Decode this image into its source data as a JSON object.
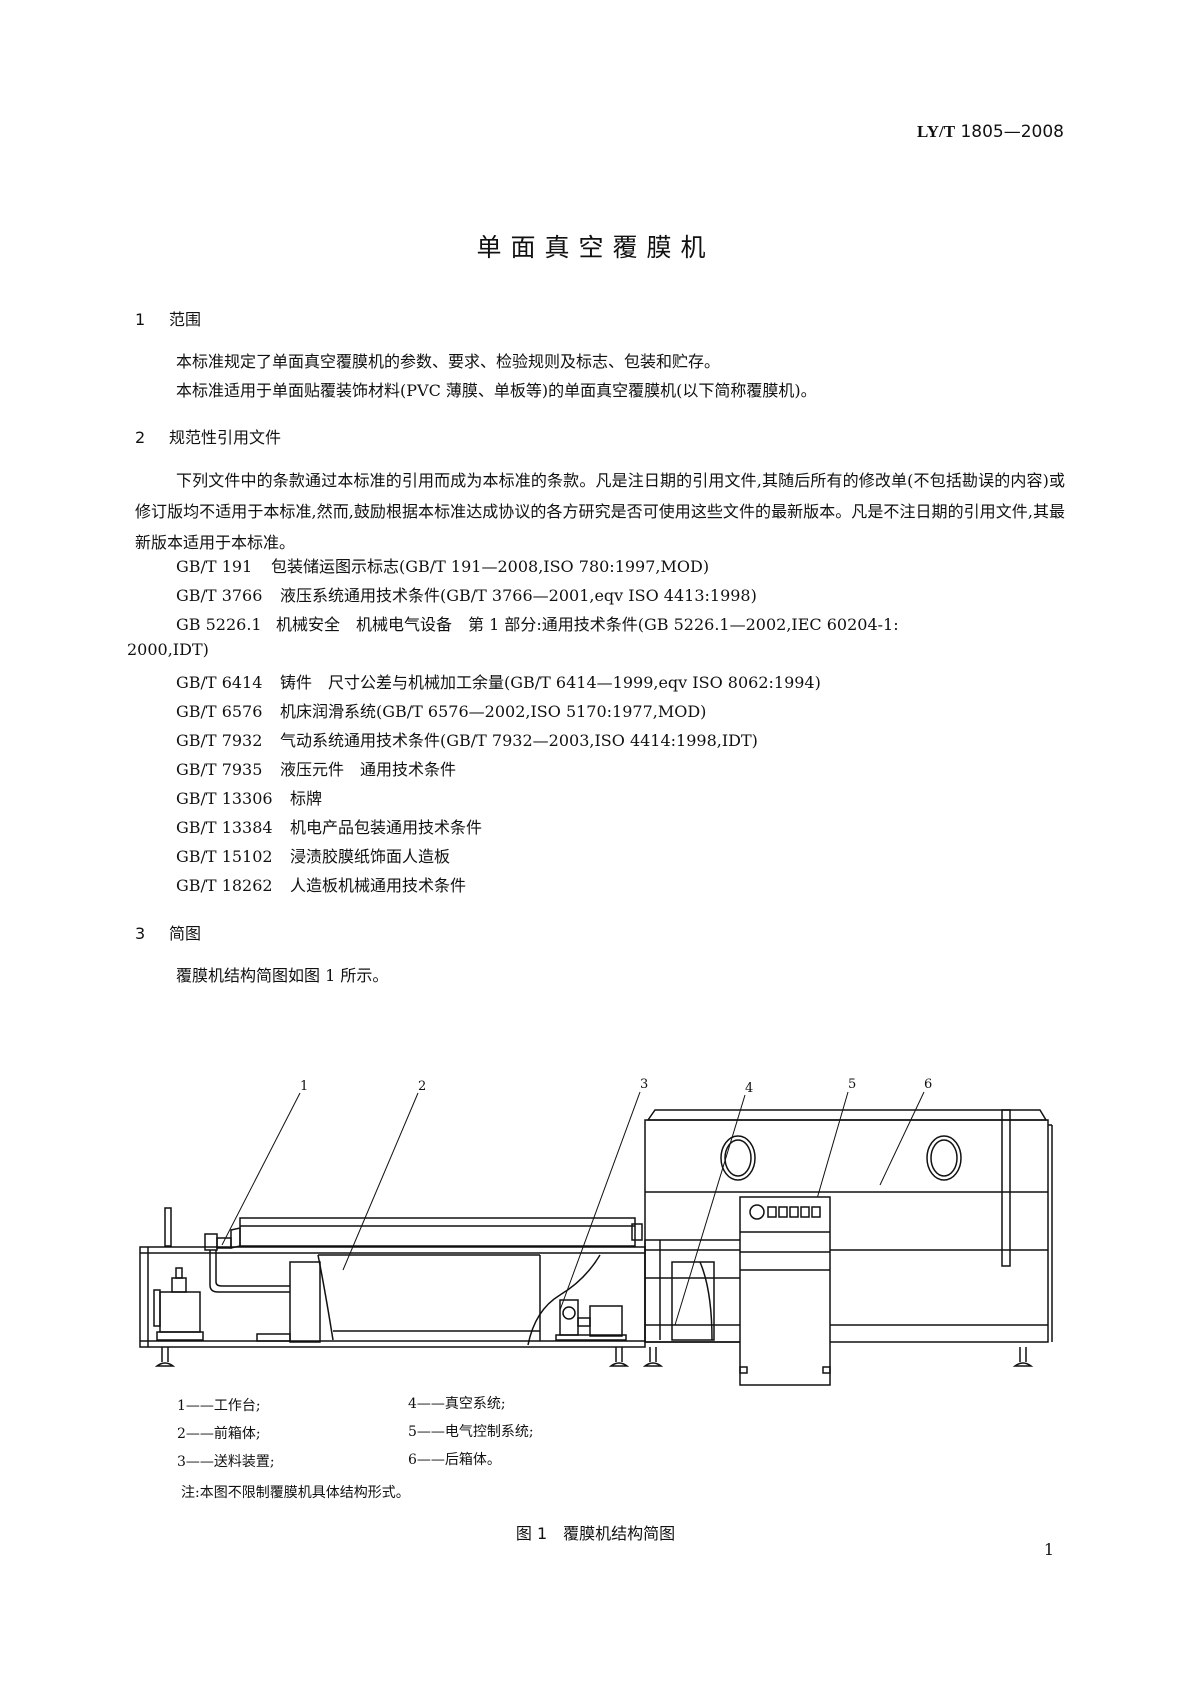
{
  "header": {
    "standard_prefix": "LY/T",
    "standard_number": "1805—2008"
  },
  "title": "单面真空覆膜机",
  "sections": [
    {
      "number": "1",
      "heading": "范围",
      "paragraphs": [
        "本标准规定了单面真空覆膜机的参数、要求、检验规则及标志、包装和贮存。",
        "本标准适用于单面贴覆装饰材料(PVC 薄膜、单板等)的单面真空覆膜机(以下简称覆膜机)。"
      ]
    },
    {
      "number": "2",
      "heading": "规范性引用文件",
      "intro": "下列文件中的条款通过本标准的引用而成为本标准的条款。凡是注日期的引用文件,其随后所有的修改单(不包括勘误的内容)或修订版均不适用于本标准,然而,鼓励根据本标准达成协议的各方研究是否可使用这些文件的最新版本。凡是不注日期的引用文件,其最新版本适用于本标准。",
      "references": [
        {
          "code": "GB/T 191",
          "title": "包装储运图示标志(GB/T 191—2008,ISO 780:1997,MOD)"
        },
        {
          "code": "GB/T 3766",
          "title": "液压系统通用技术条件(GB/T 3766—2001,eqv ISO 4413:1998)"
        },
        {
          "code": "GB 5226.1",
          "title": "机械安全　机械电气设备　第 1 部分:通用技术条件(GB 5226.1—2002,IEC 60204-1:",
          "continuation": "2000,IDT)"
        },
        {
          "code": "GB/T 6414",
          "title": "铸件　尺寸公差与机械加工余量(GB/T 6414—1999,eqv ISO 8062:1994)"
        },
        {
          "code": "GB/T 6576",
          "title": "机床润滑系统(GB/T 6576—2002,ISO 5170:1977,MOD)"
        },
        {
          "code": "GB/T 7932",
          "title": "气动系统通用技术条件(GB/T 7932—2003,ISO 4414:1998,IDT)"
        },
        {
          "code": "GB/T 7935",
          "title": "液压元件　通用技术条件"
        },
        {
          "code": "GB/T 13306",
          "title": "标牌"
        },
        {
          "code": "GB/T 13384",
          "title": "机电产品包装通用技术条件"
        },
        {
          "code": "GB/T 15102",
          "title": "浸渍胶膜纸饰面人造板"
        },
        {
          "code": "GB/T 18262",
          "title": "人造板机械通用技术条件"
        }
      ]
    },
    {
      "number": "3",
      "heading": "简图",
      "paragraphs": [
        "覆膜机结构简图如图 1 所示。"
      ]
    }
  ],
  "figure": {
    "callouts": [
      "1",
      "2",
      "3",
      "4",
      "5",
      "6"
    ],
    "legend": [
      "1——工作台;",
      "2——前箱体;",
      "3——送料装置;",
      "4——真空系统;",
      "5——电气控制系统;",
      "6——后箱体。"
    ],
    "note": "注:本图不限制覆膜机具体结构形式。",
    "caption": "图 1　覆膜机结构简图"
  },
  "page_number": "1"
}
